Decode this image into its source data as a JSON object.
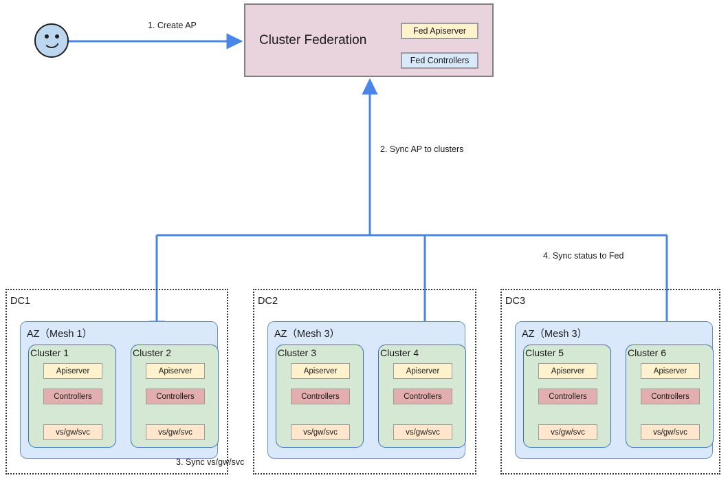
{
  "diagram": {
    "title": "Cluster Federation multi-DC sync flow",
    "colors": {
      "arrow_blue": "#4a86e8",
      "federation_fill": "#e9d3dd",
      "federation_border": "#808080",
      "az_fill": "#dae8fc",
      "az_border": "#6c8ebf",
      "cluster_fill": "#d5e8d4",
      "cluster_border": "#3b6fc4",
      "apiserver_fill": "#fff2cc",
      "controllers_fill": "#e3aeae",
      "svc_fill": "#ffe6cc",
      "fed_controllers_fill": "#dae8fc",
      "dc_border": "#333333"
    }
  },
  "actor": {
    "name": "user-actor",
    "icon": "smiley-face-icon"
  },
  "federation": {
    "title": "Cluster Federation",
    "components": [
      {
        "label": "Fed Apiserver",
        "icon": "fed-apiserver-chip"
      },
      {
        "label": "Fed Controllers",
        "icon": "fed-controllers-chip"
      }
    ]
  },
  "flows": [
    {
      "id": "1",
      "label": "1. Create AP"
    },
    {
      "id": "2",
      "label": "2. Sync AP to clusters"
    },
    {
      "id": "3",
      "label": "3. Sync vs/gw/svc"
    },
    {
      "id": "4",
      "label": "4. Sync status to Fed"
    }
  ],
  "datacenters": [
    {
      "label": "DC1",
      "az": {
        "label": "AZ（Mesh 1）"
      },
      "clusters": [
        {
          "label": "Cluster 1",
          "components": [
            {
              "label": "Apiserver"
            },
            {
              "label": "Controllers"
            },
            {
              "label": "vs/gw/svc"
            }
          ]
        },
        {
          "label": "Cluster 2",
          "components": [
            {
              "label": "Apiserver"
            },
            {
              "label": "Controllers"
            },
            {
              "label": "vs/gw/svc"
            }
          ]
        }
      ]
    },
    {
      "label": "DC2",
      "az": {
        "label": "AZ（Mesh 3）"
      },
      "clusters": [
        {
          "label": "Cluster 3",
          "components": [
            {
              "label": "Apiserver"
            },
            {
              "label": "Controllers"
            },
            {
              "label": "vs/gw/svc"
            }
          ]
        },
        {
          "label": "Cluster 4",
          "components": [
            {
              "label": "Apiserver"
            },
            {
              "label": "Controllers"
            },
            {
              "label": "vs/gw/svc"
            }
          ]
        }
      ]
    },
    {
      "label": "DC3",
      "az": {
        "label": "AZ（Mesh 3）"
      },
      "clusters": [
        {
          "label": "Cluster 5",
          "components": [
            {
              "label": "Apiserver"
            },
            {
              "label": "Controllers"
            },
            {
              "label": "vs/gw/svc"
            }
          ]
        },
        {
          "label": "Cluster 6",
          "components": [
            {
              "label": "Apiserver"
            },
            {
              "label": "Controllers"
            },
            {
              "label": "vs/gw/svc"
            }
          ]
        }
      ]
    }
  ]
}
